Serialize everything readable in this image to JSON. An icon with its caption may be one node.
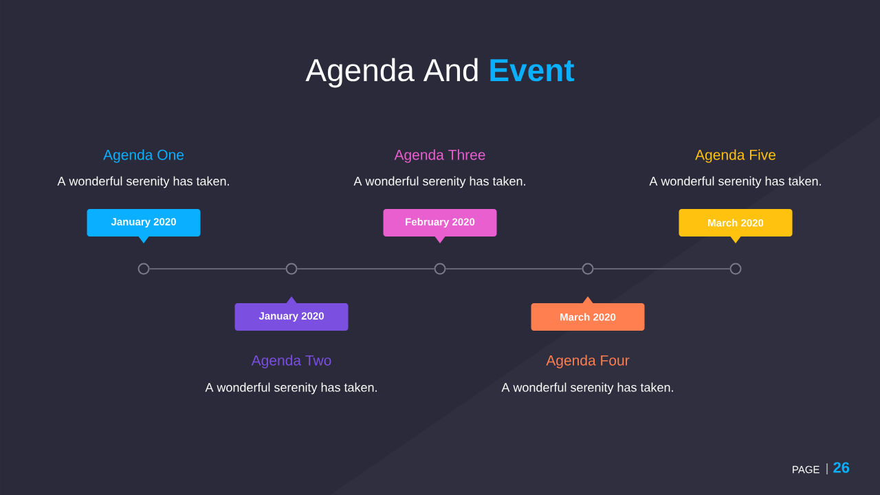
{
  "diagram": {
    "title": "Agenda And **Event**",
    "nodes": [
      {
        "text": [
          "January 2020"
        ],
        "beside": [
          "Agenda One",
          "A wonderful serenity has taken."
        ]
      },
      {
        "text": [
          "January 2020"
        ],
        "beside": [
          "Agenda  Two",
          "A wonderful serenity has taken."
        ]
      },
      {
        "text": [
          "February 2020"
        ],
        "beside": [
          "Agenda  Three",
          "A wonderful serenity has taken."
        ]
      },
      {
        "text": [
          "March 2020"
        ],
        "beside": [
          "Agenda  Four",
          "A wonderful serenity has taken."
        ]
      },
      {
        "text": [
          "March 2020"
        ],
        "beside": [
          "Agenda  Five",
          "A wonderful serenity has taken."
        ]
      },
      {
        "text": [],
        "shape": "circle"
      },
      {
        "text": [],
        "shape": "circle"
      },
      {
        "text": [],
        "shape": "circle"
      },
      {
        "text": [],
        "shape": "circle"
      },
      {
        "text": [],
        "shape": "circle"
      }
    ],
    "edges": [
      {
        "from": 5,
        "to": 6,
        "arrow": "none"
      },
      {
        "from": 6,
        "to": 7,
        "arrow": "none"
      },
      {
        "from": 7,
        "to": 8,
        "arrow": "none"
      },
      {
        "from": 8,
        "to": 9,
        "arrow": "none"
      }
    ],
    "labels": [
      "PAGE",
      "26"
    ]
  }
}
